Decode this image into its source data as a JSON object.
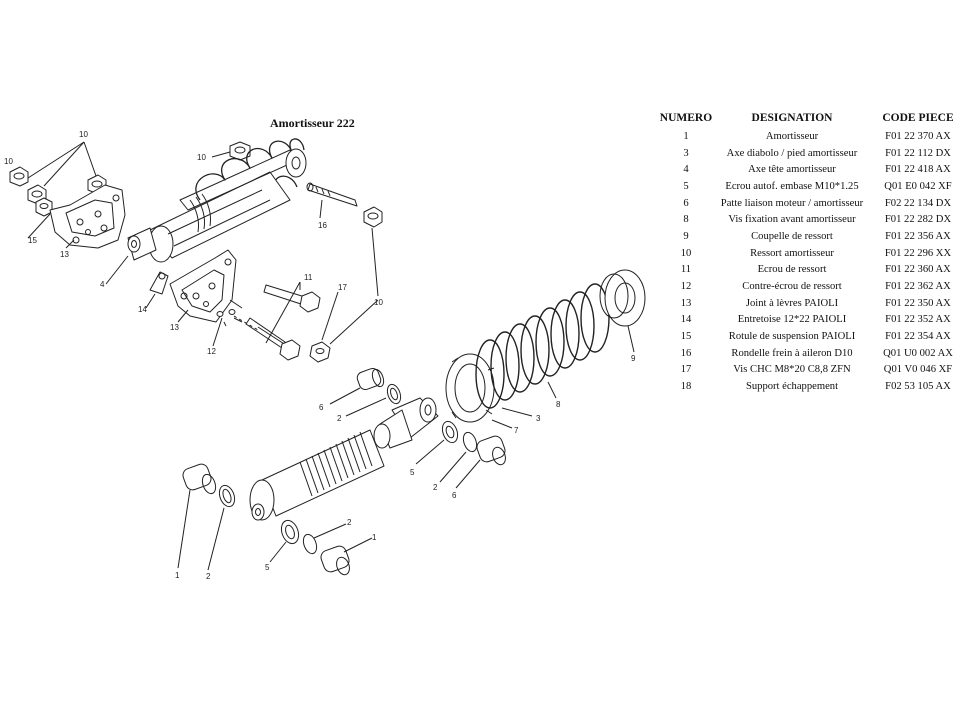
{
  "diagram": {
    "title": "Amortisseur 222",
    "callouts": [
      "10",
      "10",
      "15",
      "13",
      "10",
      "16",
      "4",
      "11",
      "14",
      "13",
      "17",
      "12",
      "10",
      "6",
      "2",
      "3",
      "8",
      "9",
      "7",
      "5",
      "2",
      "6",
      "1",
      "2",
      "2",
      "1",
      "5"
    ]
  },
  "table": {
    "headers": {
      "numero": "NUMERO",
      "designation": "DESIGNATION",
      "code": "CODE PIECE"
    },
    "rows": [
      {
        "numero": "1",
        "designation": "Amortisseur",
        "code": "F01 22 370 AX"
      },
      {
        "numero": "3",
        "designation": "Axe diabolo / pied amortisseur",
        "code": "F01 22 112 DX"
      },
      {
        "numero": "4",
        "designation": "Axe tête amortisseur",
        "code": "F01 22 418 AX"
      },
      {
        "numero": "5",
        "designation": "Ecrou autof. embase M10*1.25",
        "code": "Q01 E0 042 XF"
      },
      {
        "numero": "6",
        "designation": "Patte liaison moteur / amortisseur",
        "code": "F02 22 134 DX"
      },
      {
        "numero": "8",
        "designation": "Vis fixation avant amortisseur",
        "code": "F01 22 282 DX"
      },
      {
        "numero": "9",
        "designation": "Coupelle de ressort",
        "code": "F01 22 356 AX"
      },
      {
        "numero": "10",
        "designation": "Ressort amortisseur",
        "code": "F01 22 296 XX"
      },
      {
        "numero": "11",
        "designation": "Ecrou de ressort",
        "code": "F01 22 360 AX"
      },
      {
        "numero": "12",
        "designation": "Contre-écrou de ressort",
        "code": "F01 22 362 AX"
      },
      {
        "numero": "13",
        "designation": "Joint à lèvres PAIOLI",
        "code": "F01 22 350 AX"
      },
      {
        "numero": "14",
        "designation": "Entretoise 12*22 PAIOLI",
        "code": "F01 22 352 AX"
      },
      {
        "numero": "15",
        "designation": "Rotule de suspension PAIOLI",
        "code": "F01 22 354 AX"
      },
      {
        "numero": "16",
        "designation": "Rondelle frein à aileron D10",
        "code": "Q01 U0 002 AX"
      },
      {
        "numero": "17",
        "designation": "Vis CHC M8*20 C8,8 ZFN",
        "code": "Q01 V0 046 XF"
      },
      {
        "numero": "18",
        "designation": "Support échappement",
        "code": "F02 53 105 AX"
      }
    ]
  }
}
